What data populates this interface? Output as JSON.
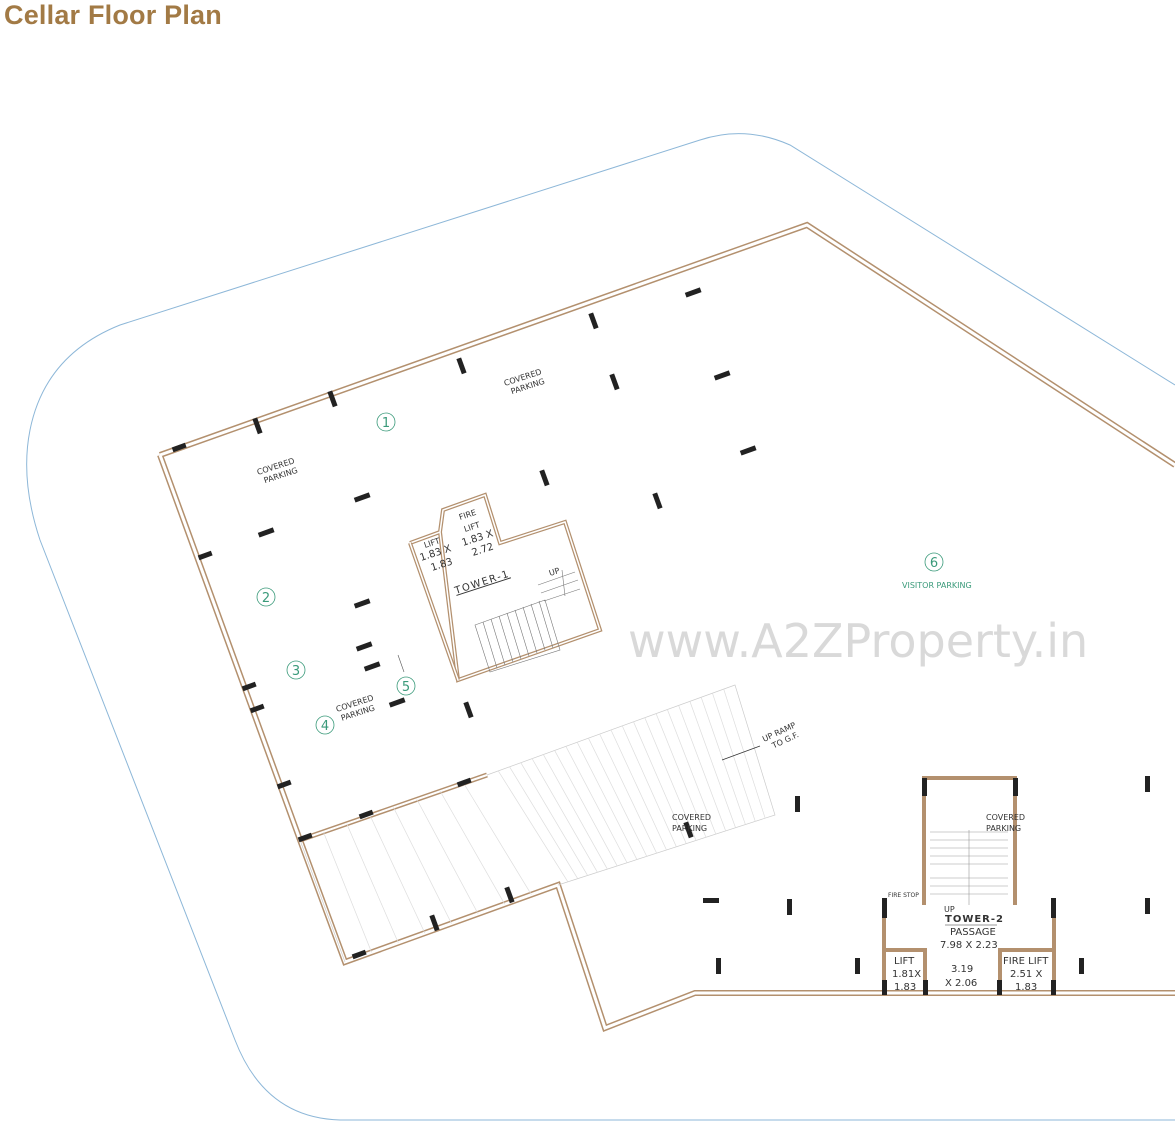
{
  "title": "Cellar Floor Plan",
  "colors": {
    "title": "#a27a45",
    "site_boundary": "#8db7d8",
    "wall": "#b3906e",
    "zone_numbers": "#3a9a7a",
    "columns": "#222222"
  },
  "zones": [
    {
      "number": "1"
    },
    {
      "number": "2"
    },
    {
      "number": "3"
    },
    {
      "number": "4"
    },
    {
      "number": "5"
    },
    {
      "number": "6",
      "label": "VISITOR PARKING"
    }
  ],
  "covered_parking_labels": [
    {
      "line1": "COVERED",
      "line2": "PARKING"
    },
    {
      "line1": "COVERED",
      "line2": "PARKING"
    },
    {
      "line1": "COVERED",
      "line2": "PARKING"
    },
    {
      "line1": "COVERED",
      "line2": "PARKING"
    },
    {
      "line1": "COVERED",
      "line2": "PARKING"
    }
  ],
  "tower1": {
    "name": "TOWER-1",
    "lift": {
      "line1": "LIFT",
      "line2": "1.83 X",
      "line3": "1.83"
    },
    "fire_lift": {
      "line1": "FIRE",
      "line2": "LIFT",
      "line3": "1.83 X",
      "line4": "2.72"
    },
    "stair_label": "UP"
  },
  "ramp": {
    "line1": "UP RAMP",
    "line2": "TO G.F."
  },
  "tower2": {
    "name": "TOWER-2",
    "fire_stop": "FIRE STOP",
    "stair_label": "UP",
    "passage_label": "PASSAGE",
    "passage_size": "7.98 X 2.23",
    "lift": {
      "line1": "LIFT",
      "line2": "1.81X",
      "line3": "1.83"
    },
    "lobby": {
      "line1": "3.19",
      "line2": "X 2.06"
    },
    "fire_lift": {
      "line1": "FIRE LIFT",
      "line2": "2.51 X",
      "line3": "1.83"
    }
  },
  "watermark": "www.A2ZProperty.in"
}
